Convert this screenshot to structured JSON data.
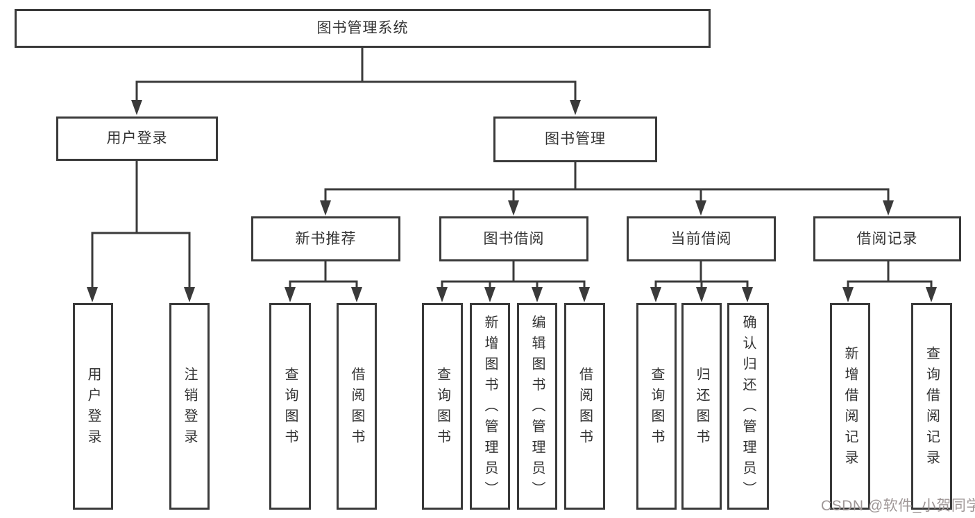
{
  "diagram": {
    "title": "图书管理系统",
    "branches": [
      {
        "label": "用户登录",
        "children": [
          "用户登录",
          "注销登录"
        ]
      },
      {
        "label": "图书管理",
        "children": [
          {
            "label": "新书推荐",
            "children": [
              "查询图书",
              "借阅图书"
            ]
          },
          {
            "label": "图书借阅",
            "children": [
              "查询图书",
              "新增图书（管理员）",
              "编辑图书（管理员）",
              "借阅图书"
            ]
          },
          {
            "label": "当前借阅",
            "children": [
              "查询图书",
              "归还图书",
              "确认归还（管理员）"
            ]
          },
          {
            "label": "借阅记录",
            "children": [
              "新增借阅记录",
              "查询借阅记录"
            ]
          }
        ]
      }
    ]
  },
  "watermark": {
    "text": "CSDN @软件_小贺同学"
  },
  "colors": {
    "line": "#3a3a3a",
    "text": "#333333",
    "watermark": "#9e9696",
    "background": "#ffffff"
  }
}
